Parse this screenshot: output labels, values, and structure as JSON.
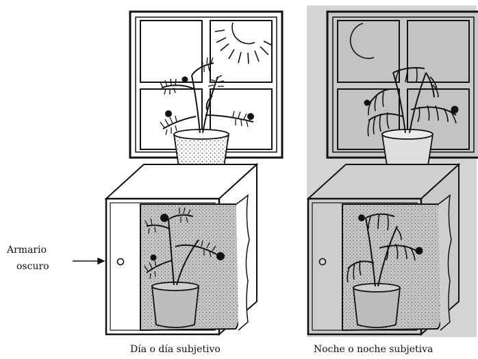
{
  "labels": {
    "cabinet_line1": "Armario",
    "cabinet_line2": "oscuro",
    "caption_left": "Día o día subjetivo",
    "caption_right": "Noche o noche subjetiva"
  },
  "colors": {
    "ink": "#111111",
    "night_background": "#d4d4d4",
    "night_glass": "#c3c3c3",
    "cabinet_interior": "#c8c8c8",
    "day_glass": "#ffffff"
  },
  "icons": {
    "sun": "sun-icon",
    "moon": "crescent-moon-icon",
    "arrow": "right-arrow-icon"
  }
}
